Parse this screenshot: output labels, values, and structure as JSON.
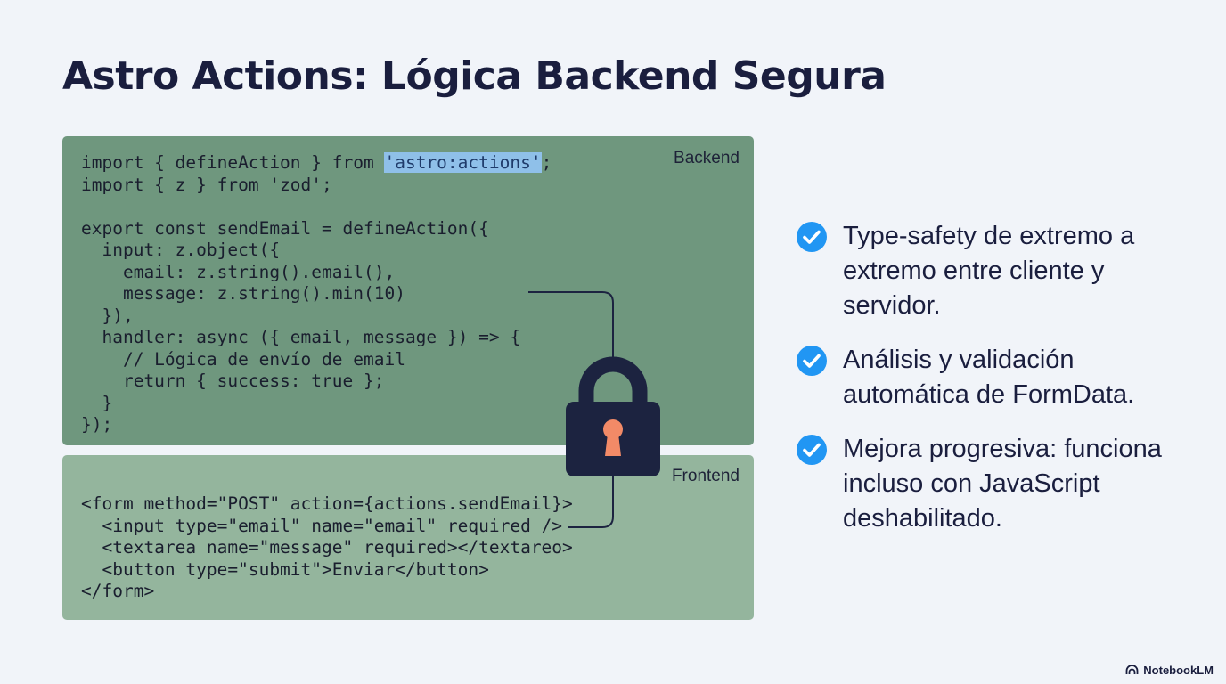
{
  "slide": {
    "title": "Astro Actions: Lógica Backend Segura"
  },
  "backend": {
    "tag": "Backend",
    "lines": [
      {
        "before": "import { defineAction } from ",
        "highlight": "'astro:actions'",
        "after": ";"
      },
      {
        "before": "import { z } from 'zod';",
        "highlight": "",
        "after": ""
      },
      {
        "before": "",
        "highlight": "",
        "after": ""
      },
      {
        "before": "export const sendEmail = defineAction({",
        "highlight": "",
        "after": ""
      },
      {
        "before": "  input: z.object({",
        "highlight": "",
        "after": ""
      },
      {
        "before": "    email: z.string().email(),",
        "highlight": "",
        "after": ""
      },
      {
        "before": "    message: z.string().min(10)",
        "highlight": "",
        "after": ""
      },
      {
        "before": "  }),",
        "highlight": "",
        "after": ""
      },
      {
        "before": "  handler: async ({ email, message }) => {",
        "highlight": "",
        "after": ""
      },
      {
        "before": "    // Lógica de envío de email",
        "highlight": "",
        "after": ""
      },
      {
        "before": "    return { success: true };",
        "highlight": "",
        "after": ""
      },
      {
        "before": "  }",
        "highlight": "",
        "after": ""
      },
      {
        "before": "});",
        "highlight": "",
        "after": ""
      }
    ]
  },
  "frontend": {
    "tag": "Frontend",
    "lines": [
      {
        "before": "<form method=\"POST\" action={actions.sendEmail}>",
        "highlight": "",
        "after": ""
      },
      {
        "before": "  <input type=\"email\" name=\"email\" required />",
        "highlight": "",
        "after": ""
      },
      {
        "before": "  <textarea name=\"message\" required></textareo>",
        "highlight": "",
        "after": ""
      },
      {
        "before": "  <button type=\"submit\">Enviar</button>",
        "highlight": "",
        "after": ""
      },
      {
        "before": "</form>",
        "highlight": "",
        "after": ""
      }
    ]
  },
  "benefits": [
    {
      "icon": "check-circle-icon",
      "text": "Type-safety de extremo a extremo entre cliente y servidor."
    },
    {
      "icon": "check-circle-icon",
      "text": "Análisis y validación automática de FormData."
    },
    {
      "icon": "check-circle-icon",
      "text": "Mejora progresiva: funciona incluso con JavaScript deshabilitado."
    }
  ],
  "brand": {
    "icon": "notebooklm-logo-icon",
    "label": "NotebookLM"
  },
  "colors": {
    "title": "#1a1e3e",
    "backend_panel": "#6f977e",
    "frontend_panel": "#94b59d",
    "highlight": "#8fc0e9",
    "check": "#2196f3",
    "lock_body": "#1c2340",
    "keyhole": "#f28a67"
  }
}
